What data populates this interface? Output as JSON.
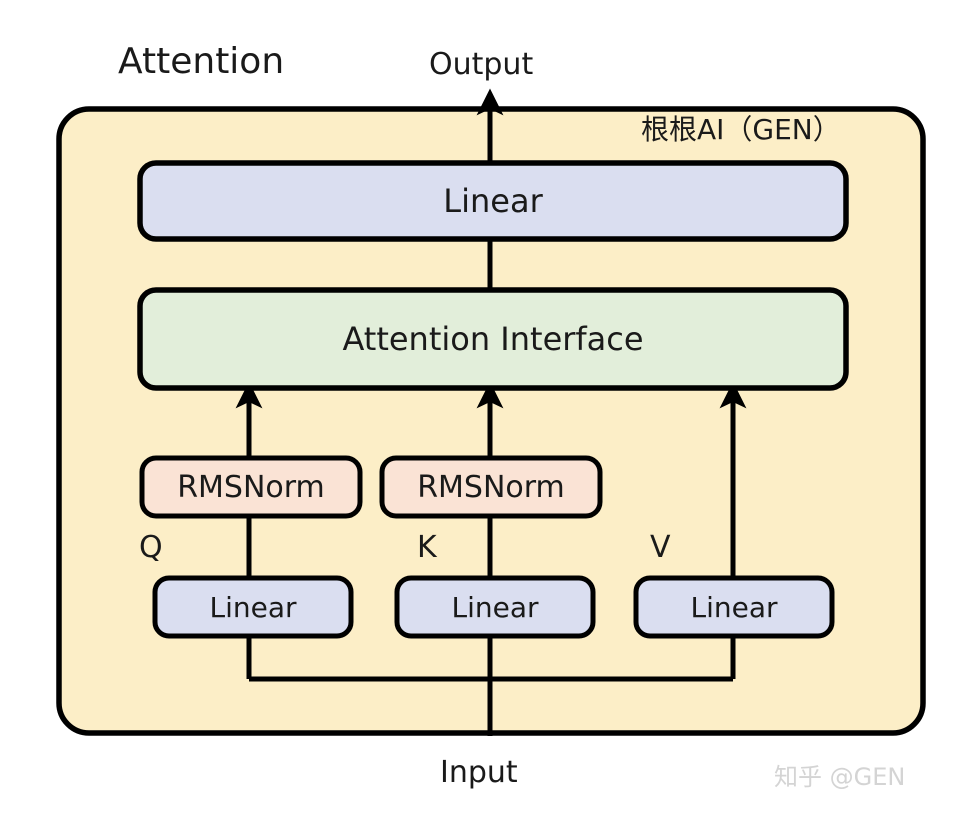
{
  "diagram": {
    "title": "Attention",
    "top_label": "Output",
    "bottom_label": "Input",
    "watermark_top": "根根AI（GEN）",
    "watermark_bottom": "知乎 @GEN",
    "colors": {
      "container_fill": "#fceec7",
      "linear_fill": "#dadef0",
      "attention_fill": "#e2eeda",
      "rmsnorm_fill": "#fae3d5",
      "stroke": "#000000",
      "page_background": "#ffffff",
      "watermark_bottom_color": "#d4d4d4"
    },
    "nodes": {
      "linear_top": "Linear",
      "attention_interface": "Attention Interface",
      "rmsnorm_q": "RMSNorm",
      "rmsnorm_k": "RMSNorm",
      "linear_q": "Linear",
      "linear_k": "Linear",
      "linear_v": "Linear"
    },
    "branch_labels": {
      "q": "Q",
      "k": "K",
      "v": "V"
    },
    "flow": [
      "Input -> Linear(Q) -> RMSNorm -> Attention Interface",
      "Input -> Linear(K) -> RMSNorm -> Attention Interface",
      "Input -> Linear(V) -> Attention Interface",
      "Attention Interface -> Linear -> Output"
    ]
  }
}
